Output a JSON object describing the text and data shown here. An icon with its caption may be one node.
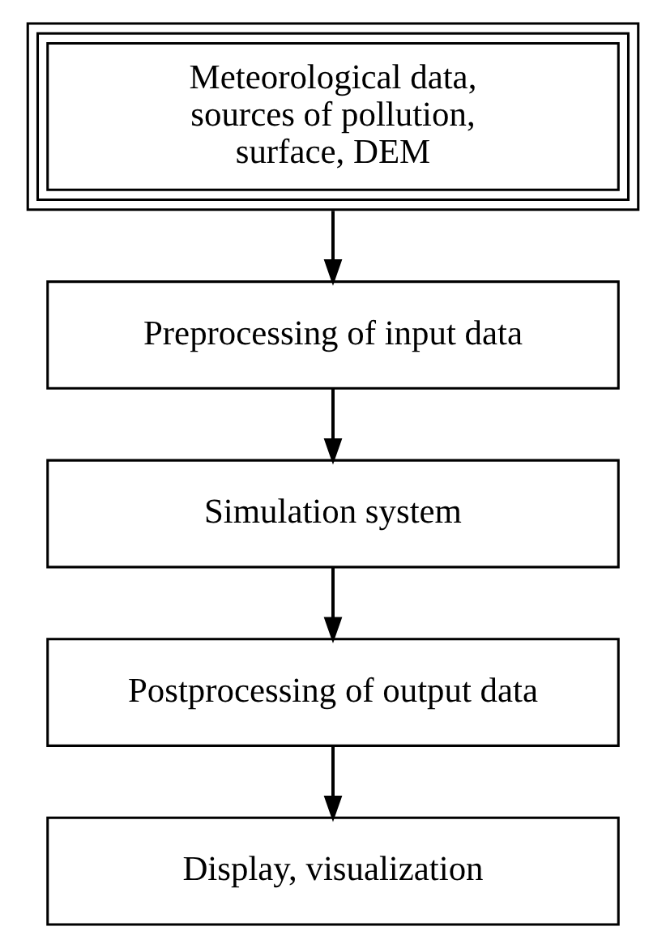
{
  "diagram": {
    "nodes": [
      {
        "text": [
          "Meteorological data, sources of pollution, surface, DEM"
        ]
      },
      {
        "text": [
          "Preprocessing of input data"
        ]
      },
      {
        "text": [
          "Simulation system"
        ]
      },
      {
        "text": [
          "Postprocessing of output data"
        ]
      },
      {
        "text": [
          "Display, visualization"
        ]
      }
    ],
    "edges": [
      {
        "from": 0,
        "to": 1,
        "arrow": "to"
      },
      {
        "from": 1,
        "to": 2,
        "arrow": "to"
      },
      {
        "from": 2,
        "to": 3,
        "arrow": "to"
      },
      {
        "from": 3,
        "to": 4,
        "arrow": "to"
      }
    ]
  }
}
